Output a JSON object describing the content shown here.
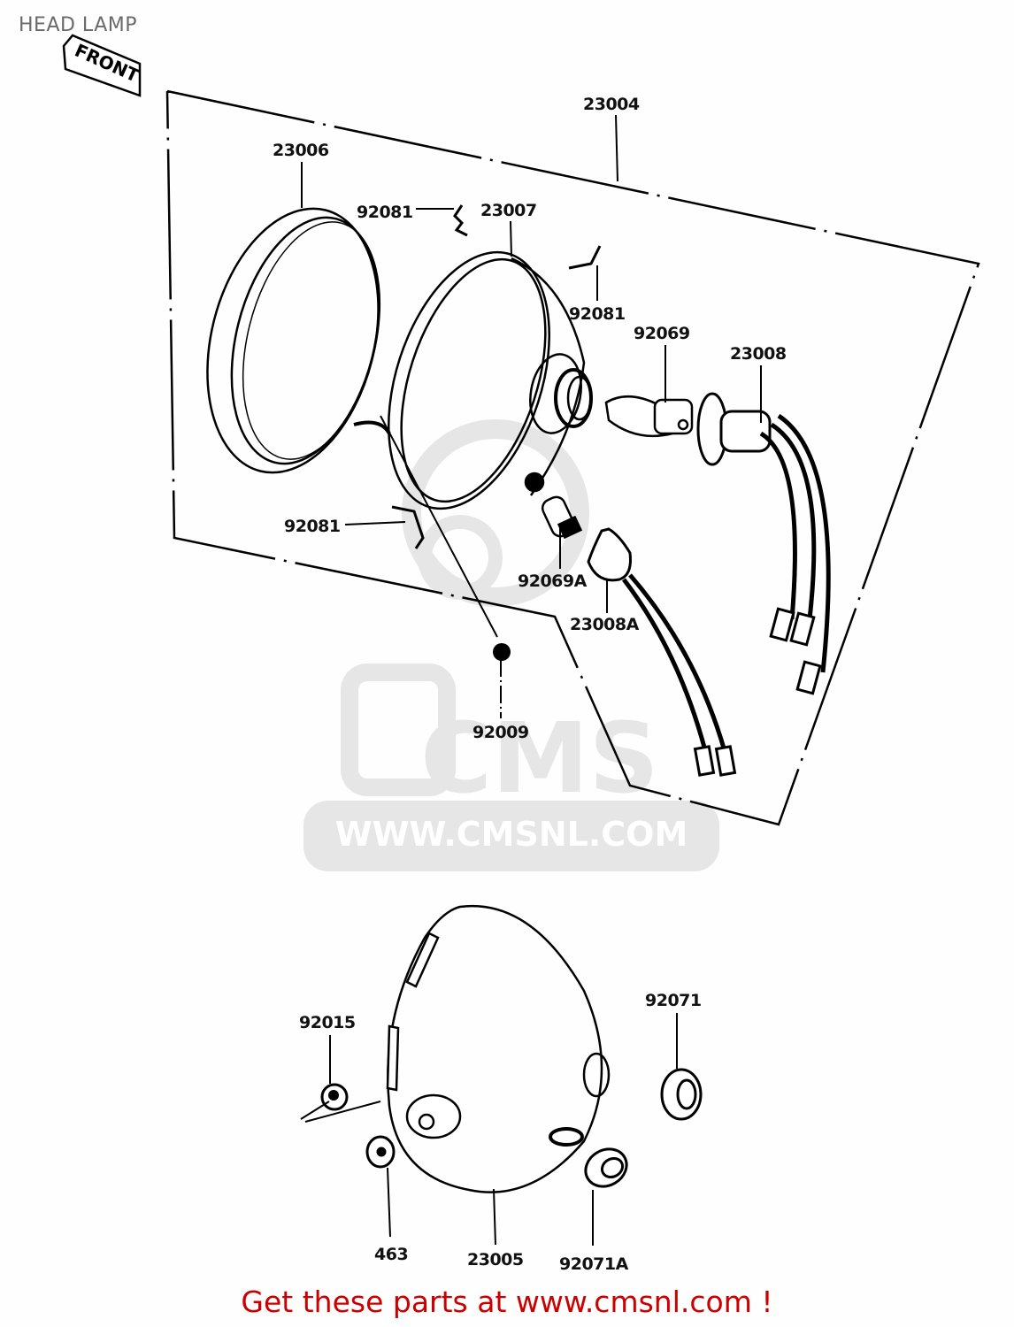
{
  "header": {
    "title": "HEAD LAMP"
  },
  "orientation_tag": {
    "label": "FRONT"
  },
  "watermark": {
    "logo_text": "CMS",
    "url_text": "WWW.CMSNL.COM",
    "color": "#e6e6e6"
  },
  "parts": [
    {
      "id": "p1",
      "number": "23004",
      "desc": "headlamp unit assembly (dashed boundary)"
    },
    {
      "id": "p2",
      "number": "23006",
      "desc": "rim ring"
    },
    {
      "id": "p3",
      "number": "92081",
      "desc": "spring (top)"
    },
    {
      "id": "p4",
      "number": "23007",
      "desc": "lens/reflector unit"
    },
    {
      "id": "p5",
      "number": "92081",
      "desc": "spring (right)"
    },
    {
      "id": "p6",
      "number": "92069",
      "desc": "headlight bulb"
    },
    {
      "id": "p7",
      "number": "23008",
      "desc": "bulb socket with wires"
    },
    {
      "id": "p8",
      "number": "92081",
      "desc": "spring (left)"
    },
    {
      "id": "p9",
      "number": "92069A",
      "desc": "position bulb"
    },
    {
      "id": "p10",
      "number": "23008A",
      "desc": "position bulb socket"
    },
    {
      "id": "p11",
      "number": "92009",
      "desc": "screw"
    },
    {
      "id": "p12",
      "number": "92015",
      "desc": "nut"
    },
    {
      "id": "p13",
      "number": "92071",
      "desc": "grommet"
    },
    {
      "id": "p14",
      "number": "463",
      "desc": "washer"
    },
    {
      "id": "p15",
      "number": "23005",
      "desc": "headlamp housing"
    },
    {
      "id": "p16",
      "number": "92071A",
      "desc": "grommet"
    }
  ],
  "footer": {
    "text": "Get these parts at www.cmsnl.com !",
    "color": "#cc0000"
  }
}
